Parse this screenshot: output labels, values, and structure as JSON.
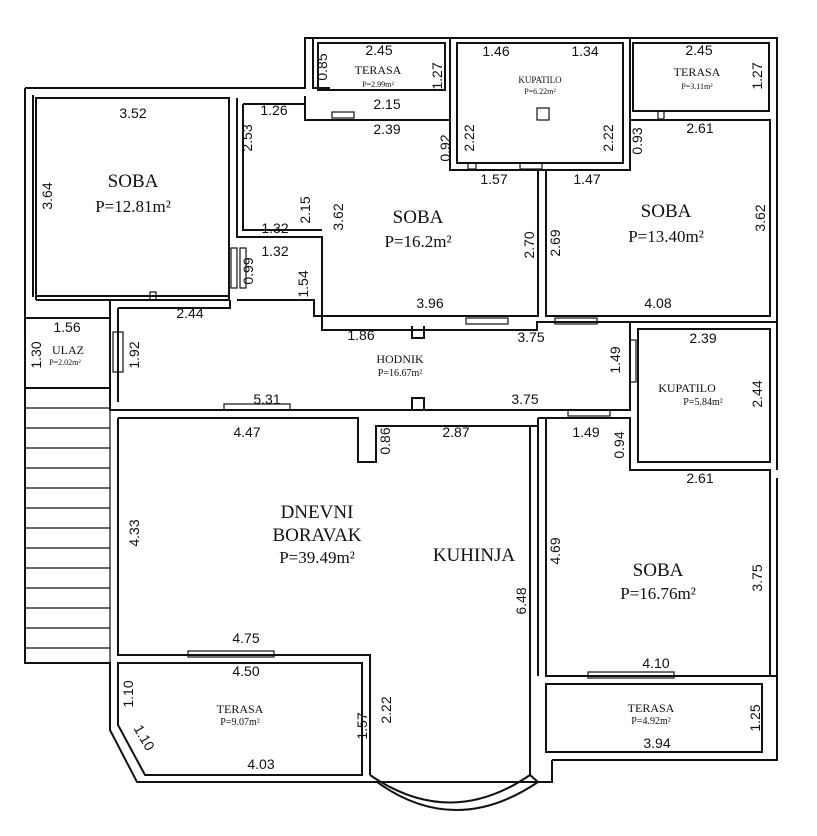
{
  "rooms": {
    "soba_nw": {
      "name": "SOBA",
      "area": "P=12.81m²"
    },
    "soba_center": {
      "name": "SOBA",
      "area": "P=16.2m²"
    },
    "soba_ne": {
      "name": "SOBA",
      "area": "P=13.40m²"
    },
    "soba_se": {
      "name": "SOBA",
      "area": "P=16.76m²"
    },
    "terasa_top1": {
      "name": "TERASA",
      "area": "P=2.99m²"
    },
    "terasa_top2": {
      "name": "TERASA",
      "area": "P=3.11m²"
    },
    "kupatilo_top": {
      "name": "KUPATILO",
      "area": "P=6.22m²"
    },
    "kupatilo_right": {
      "name": "KUPATILO",
      "area": "P=5.84m²"
    },
    "ulaz": {
      "name": "ULAZ",
      "area": "P=2.02m²"
    },
    "hodnik": {
      "name": "HODNIK",
      "area": "P=16.67m²"
    },
    "dnevni": {
      "name1": "DNEVNI",
      "name2": "BORAVAK",
      "area": "P=39.49m²"
    },
    "kuhinja": {
      "name": "KUHINJA"
    },
    "terasa_bottom_left": {
      "name": "TERASA",
      "area": "P=9.07m²"
    },
    "terasa_bottom_right": {
      "name": "TERASA",
      "area": "P=4.92m²"
    }
  },
  "dims": {
    "d_352": "3.52",
    "d_364": "3.64",
    "d_245a": "2.45",
    "d_085": "0.85",
    "d_127a": "1.27",
    "d_215a": "2.15",
    "d_239a": "2.39",
    "d_146": "1.46",
    "d_134": "1.34",
    "d_222a": "2.22",
    "d_222b": "2.22",
    "d_092": "0.92",
    "d_245b": "2.45",
    "d_127b": "1.27",
    "d_261a": "2.61",
    "d_093": "0.93",
    "d_126": "1.26",
    "d_253": "2.53",
    "d_215b": "2.15",
    "d_362a": "3.62",
    "d_132a": "1.32",
    "d_132b": "1.32",
    "d_099": "0.99",
    "d_154": "1.54",
    "d_396": "3.96",
    "d_270": "2.70",
    "d_157": "1.57",
    "d_147": "1.47",
    "d_269": "2.69",
    "d_362b": "3.62",
    "d_408": "4.08",
    "d_244": "2.44",
    "d_156": "1.56",
    "d_130": "1.30",
    "d_192": "1.92",
    "d_186": "1.86",
    "d_375a": "3.75",
    "d_149a": "1.49",
    "d_239b": "2.39",
    "d_244b": "2.44",
    "d_531": "5.31",
    "d_375b": "3.75",
    "d_447": "4.47",
    "d_086": "0.86",
    "d_287": "2.87",
    "d_149b": "1.49",
    "d_094": "0.94",
    "d_261b": "2.61",
    "d_433": "4.33",
    "d_648": "6.48",
    "d_469": "4.69",
    "d_375c": "3.75",
    "d_475": "4.75",
    "d_450": "4.50",
    "d_110a": "1.10",
    "d_110b": "1.10",
    "d_157b": "1.57",
    "d_222c": "2.22",
    "d_403": "4.03",
    "d_410": "4.10",
    "d_125": "1.25",
    "d_394": "3.94"
  }
}
